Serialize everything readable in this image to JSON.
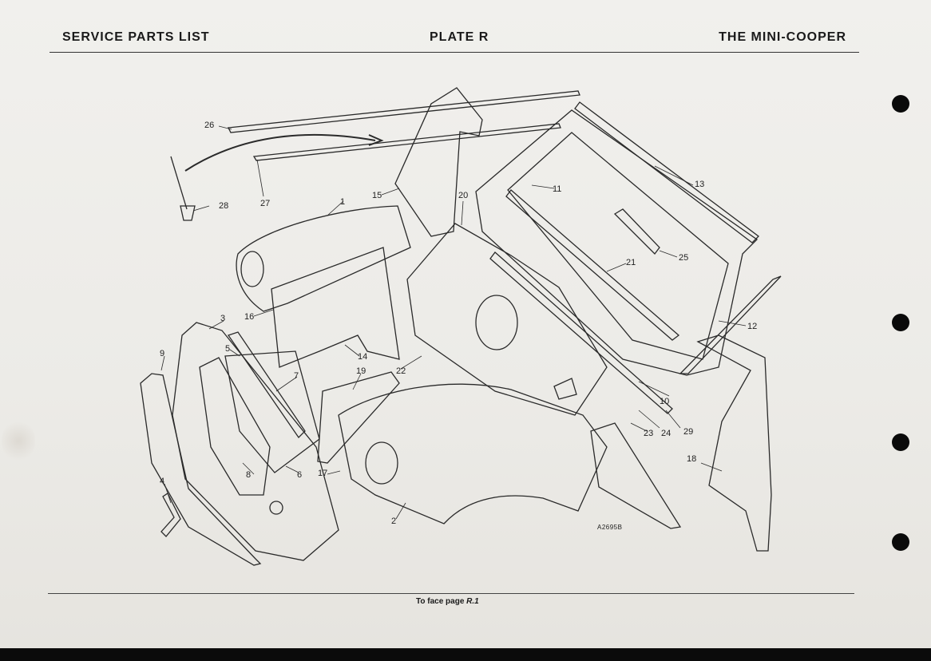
{
  "header": {
    "left": "SERVICE PARTS LIST",
    "center": "PLATE R",
    "right": "THE MINI-COOPER"
  },
  "footer": {
    "text_prefix": "To face page",
    "page_ref": "R.1"
  },
  "drawing_reference": "A2695B",
  "callouts": [
    "1",
    "2",
    "3",
    "4",
    "5",
    "6",
    "7",
    "8",
    "9",
    "10",
    "11",
    "12",
    "13",
    "14",
    "15",
    "16",
    "17",
    "18",
    "19",
    "20",
    "21",
    "22",
    "23",
    "24",
    "25",
    "26",
    "27",
    "28",
    "29"
  ]
}
